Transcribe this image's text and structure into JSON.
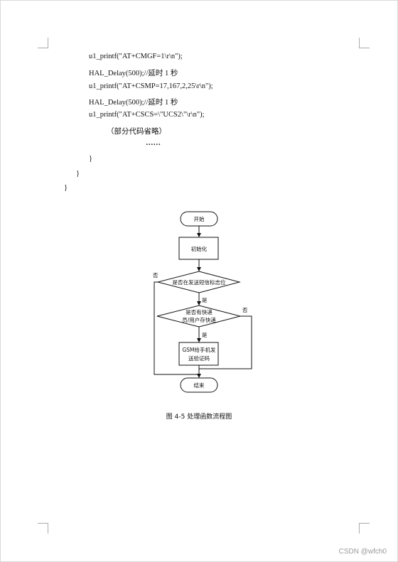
{
  "code": {
    "line1": "u1_printf(\"AT+CMGF=1\\r\\n\");",
    "line2": "HAL_Delay(500);//延时 1 秒",
    "line3": "u1_printf(\"AT+CSMP=17,167,2,25\\r\\n\");",
    "line4": "HAL_Delay(500);//延时 1 秒",
    "line5": "u1_printf(\"AT+CSCS=\\\"UCS2\\\"\\r\\n\");",
    "line6": "（部分代码省略）",
    "line7": "……",
    "line8": "}",
    "line9": "}",
    "line10": "}"
  },
  "flowchart": {
    "start": "开始",
    "init": "初始化",
    "decision1": "是否在发送短信标志位",
    "decision2_line1": "是否有快递",
    "decision2_line2": "员/用户存快递",
    "process_line1": "GSM给手机发",
    "process_line2": "送验证码",
    "end": "结束",
    "yes1": "是",
    "yes2": "是",
    "no1": "否",
    "no2": "否"
  },
  "caption": "图 4-5   处理函数流程图",
  "watermark": "CSDN @wfch0"
}
